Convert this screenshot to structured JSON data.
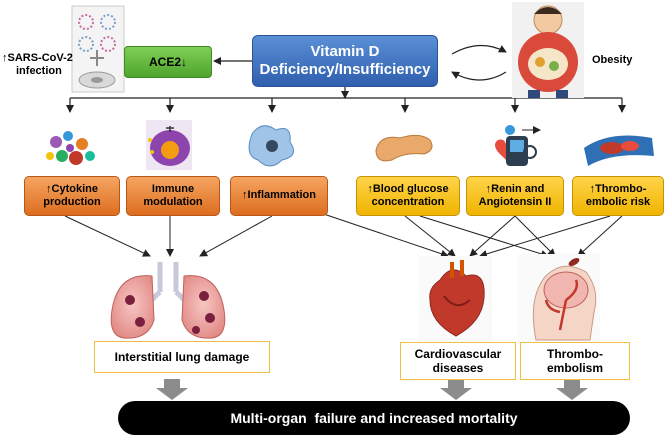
{
  "vitamin_d": {
    "line1": "Vitamin D",
    "line2": "Deficiency/Insufficiency"
  },
  "ace2": "ACE2↓",
  "sars": {
    "line1": "↑SARS-CoV-2",
    "line2": "infection"
  },
  "obesity": "Obesity",
  "mediators": [
    {
      "line1": "↑Cytokine",
      "line2": "production"
    },
    {
      "line1": "Immune",
      "line2": "modulation"
    },
    {
      "line1": "↑Inflammation",
      "line2": ""
    },
    {
      "line1": "↑Blood glucose",
      "line2": "concentration"
    },
    {
      "line1": "↑Renin and",
      "line2": "Angiotensin II"
    },
    {
      "line1": "↑Thrombo-",
      "line2": "embolic risk"
    }
  ],
  "outcomes": {
    "lung": "Interstitial lung damage",
    "cardio": {
      "line1": "Cardiovascular",
      "line2": "diseases"
    },
    "thrombo": {
      "line1": "Thrombo-",
      "line2": "embolism"
    }
  },
  "final": "Multi-organ  failure and increased mortality",
  "colors": {
    "blue": "#3a6cc0",
    "green": "#5bb536",
    "orange": "#e67e2e",
    "yellow": "#f6c21c",
    "outcome_border": "#f0c040",
    "final_bg": "#000000"
  },
  "icons": [
    "virus-ace2-cell-icon",
    "obese-man-icon",
    "cytokine-molecules-icon",
    "immune-cell-icon",
    "macrophage-icon",
    "pancreas-icon",
    "kidney-heart-icon",
    "blood-vessel-clot-icon",
    "lungs-icon",
    "heart-icon",
    "brain-head-icon"
  ]
}
